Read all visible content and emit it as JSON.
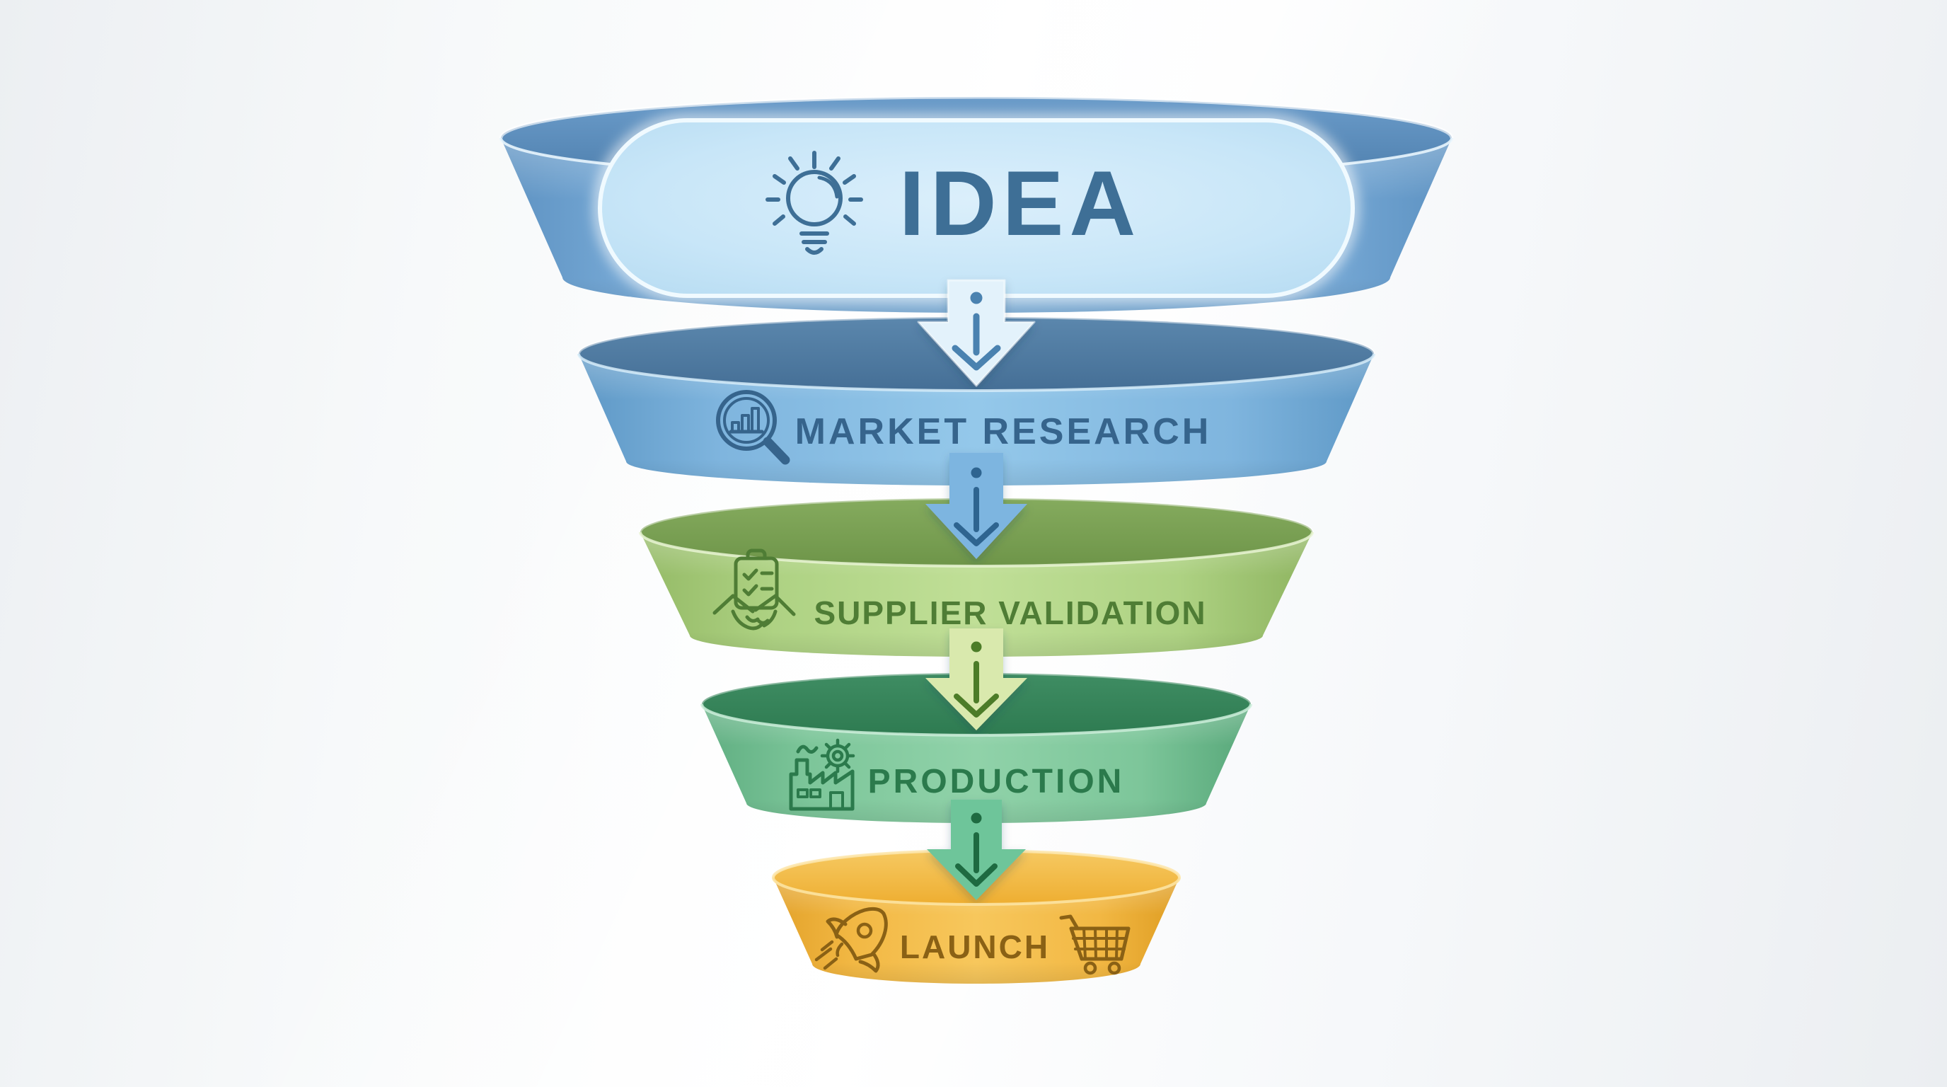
{
  "diagram": {
    "type": "funnel",
    "direction": "top-to-bottom",
    "background_color": "#f3f5f7",
    "stage_count": "5"
  },
  "stages": [
    {
      "label": "IDEA",
      "icons": [
        "lightbulb-icon"
      ],
      "band_color": "#8cbbe3",
      "interior_color": "#558ab9",
      "pill_color": "#c8e6f8",
      "text_color": "#3e6f96"
    },
    {
      "label": "MARKET RESEARCH",
      "icons": [
        "magnifier-bar-chart-icon"
      ],
      "band_color": "#94c8ea",
      "interior_color": "#4e7ba3",
      "text_color": "#36648c"
    },
    {
      "label": "SUPPLIER VALIDATION",
      "icons": [
        "clipboard-checklist-icon",
        "handshake-icon"
      ],
      "band_color": "#c0df97",
      "interior_color": "#7aa353",
      "text_color": "#4f7d35"
    },
    {
      "label": "PRODUCTION",
      "icons": [
        "factory-icon",
        "gear-icon"
      ],
      "band_color": "#90d2a9",
      "interior_color": "#37855c",
      "text_color": "#2b7a4c"
    },
    {
      "label": "LAUNCH",
      "icons": [
        "rocket-icon",
        "shopping-cart-icon"
      ],
      "band_color": "#f7c75c",
      "interior_color": "#f0b237",
      "text_color": "#8a6115"
    }
  ],
  "arrows": [
    {
      "name": "idea-to-market-research",
      "fill_color": "#e3f2fb",
      "line_color": "#4a82b0"
    },
    {
      "name": "market-research-to-supplier-validation",
      "fill_color": "#7db5e0",
      "line_color": "#2e6490"
    },
    {
      "name": "supplier-validation-to-production",
      "fill_color": "#d9e9ad",
      "line_color": "#4c7c28"
    },
    {
      "name": "production-to-launch",
      "fill_color": "#6ec59a",
      "line_color": "#1e6a41"
    }
  ]
}
